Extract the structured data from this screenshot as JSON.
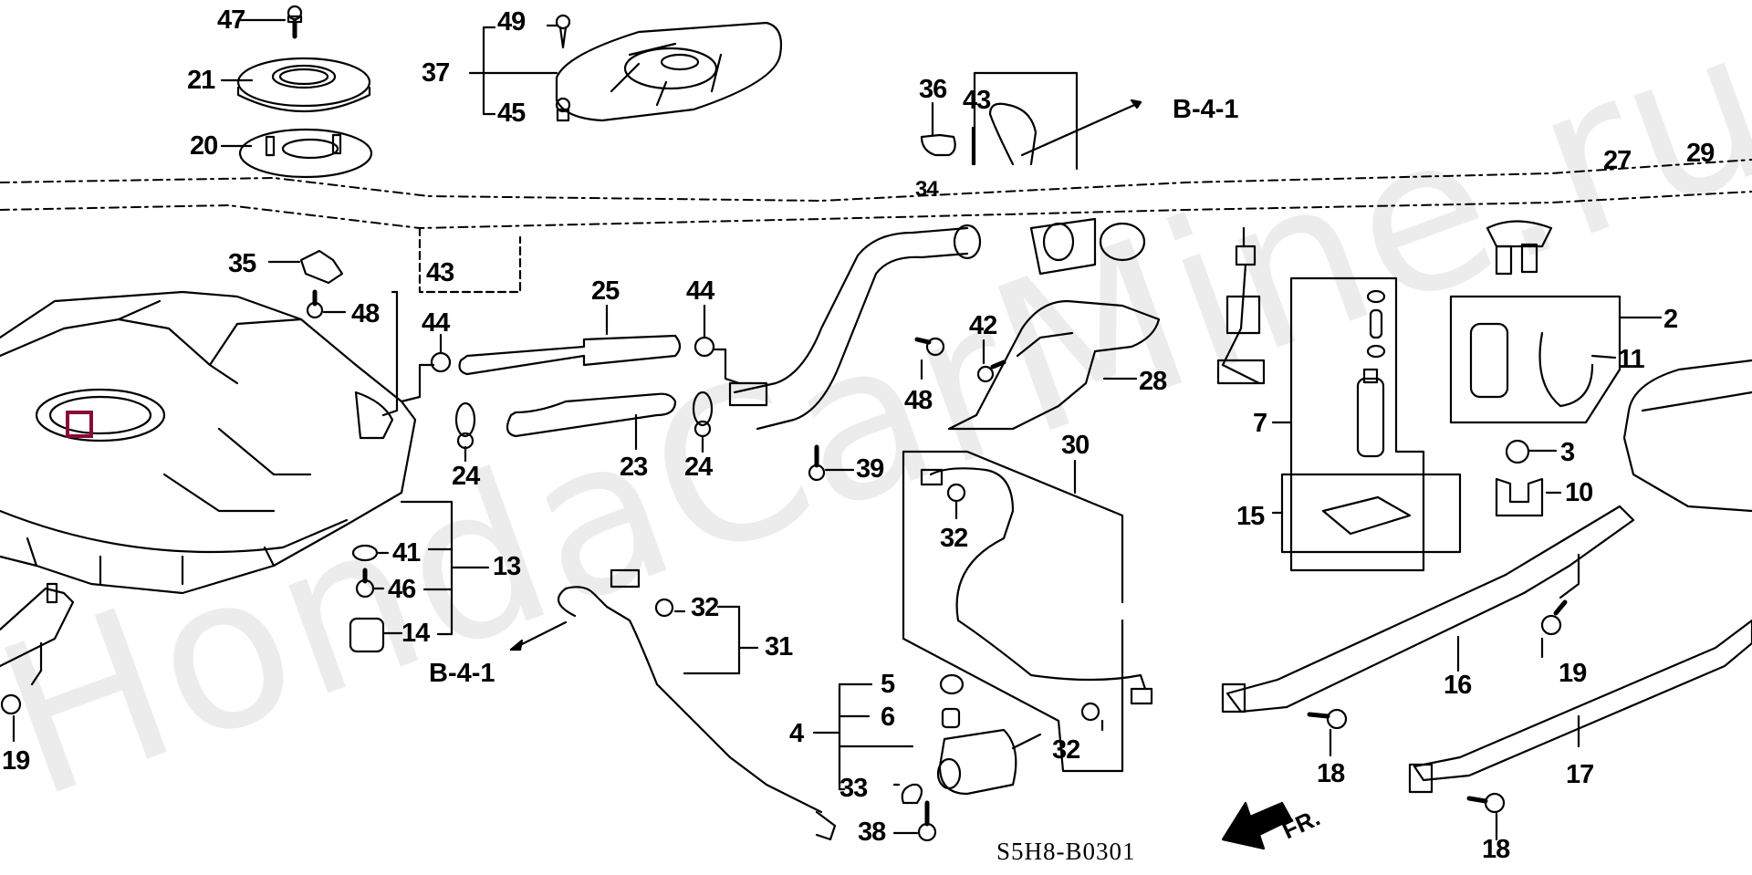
{
  "diagram": {
    "code": "S5H8-B0301",
    "watermark": "HondaCarMine.ru",
    "direction_label": "FR.",
    "reference_labels": [
      "B-4-1",
      "B-4-1"
    ],
    "marker_color": "#8b0a32",
    "callouts": [
      {
        "id": "c47",
        "label": "47"
      },
      {
        "id": "c21",
        "label": "21"
      },
      {
        "id": "c20",
        "label": "20"
      },
      {
        "id": "c49",
        "label": "49"
      },
      {
        "id": "c37",
        "label": "37"
      },
      {
        "id": "c45",
        "label": "45"
      },
      {
        "id": "c36",
        "label": "36"
      },
      {
        "id": "c43a",
        "label": "43"
      },
      {
        "id": "c34",
        "label": "34"
      },
      {
        "id": "c27",
        "label": "27"
      },
      {
        "id": "c29",
        "label": "29"
      },
      {
        "id": "c35",
        "label": "35"
      },
      {
        "id": "c43b",
        "label": "43"
      },
      {
        "id": "c48a",
        "label": "48"
      },
      {
        "id": "c44a",
        "label": "44"
      },
      {
        "id": "c25",
        "label": "25"
      },
      {
        "id": "c44b",
        "label": "44"
      },
      {
        "id": "c42",
        "label": "42"
      },
      {
        "id": "c48b",
        "label": "48"
      },
      {
        "id": "c28",
        "label": "28"
      },
      {
        "id": "c2",
        "label": "2"
      },
      {
        "id": "c11",
        "label": "11"
      },
      {
        "id": "c7",
        "label": "7"
      },
      {
        "id": "c24a",
        "label": "24"
      },
      {
        "id": "c23",
        "label": "23"
      },
      {
        "id": "c24b",
        "label": "24"
      },
      {
        "id": "c39",
        "label": "39"
      },
      {
        "id": "c30",
        "label": "30"
      },
      {
        "id": "c3",
        "label": "3"
      },
      {
        "id": "c10",
        "label": "10"
      },
      {
        "id": "c15",
        "label": "15"
      },
      {
        "id": "c32a",
        "label": "32"
      },
      {
        "id": "c41",
        "label": "41"
      },
      {
        "id": "c13",
        "label": "13"
      },
      {
        "id": "c46",
        "label": "46"
      },
      {
        "id": "c14",
        "label": "14"
      },
      {
        "id": "c32b",
        "label": "32"
      },
      {
        "id": "c31",
        "label": "31"
      },
      {
        "id": "c16",
        "label": "16"
      },
      {
        "id": "c19a",
        "label": "19"
      },
      {
        "id": "c19b",
        "label": "19"
      },
      {
        "id": "c5",
        "label": "5"
      },
      {
        "id": "c6",
        "label": "6"
      },
      {
        "id": "c4",
        "label": "4"
      },
      {
        "id": "c32c",
        "label": "32"
      },
      {
        "id": "c33",
        "label": "33"
      },
      {
        "id": "c38",
        "label": "38"
      },
      {
        "id": "c18a",
        "label": "18"
      },
      {
        "id": "c17",
        "label": "17"
      },
      {
        "id": "c18b",
        "label": "18"
      }
    ]
  }
}
